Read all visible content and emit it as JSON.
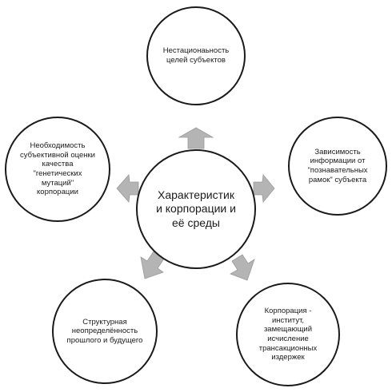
{
  "diagram": {
    "center": "Характеристик\nи корпорации и\nеё среды",
    "nodes": {
      "top": "Нестационаьность\nцелей субъектов",
      "right": "Зависимость\nинформации от\n\"познавательных\nрамок\" субъекта",
      "left": "Необходимость\nсубъективной оценки\nкачества\n\"генетических\nмутаций\"\nкорпорации",
      "bottom_left": "Структурная\nнеопределённость\nпрошлого и будущего",
      "bottom_right": "Корпорация -\nинститут,\nзамещающий\nисчисление\nтрансакционных\nиздержек"
    },
    "colors": {
      "arrow": "#b4b4b4",
      "outline": "#1a1a1a",
      "background": "#ffffff"
    }
  }
}
